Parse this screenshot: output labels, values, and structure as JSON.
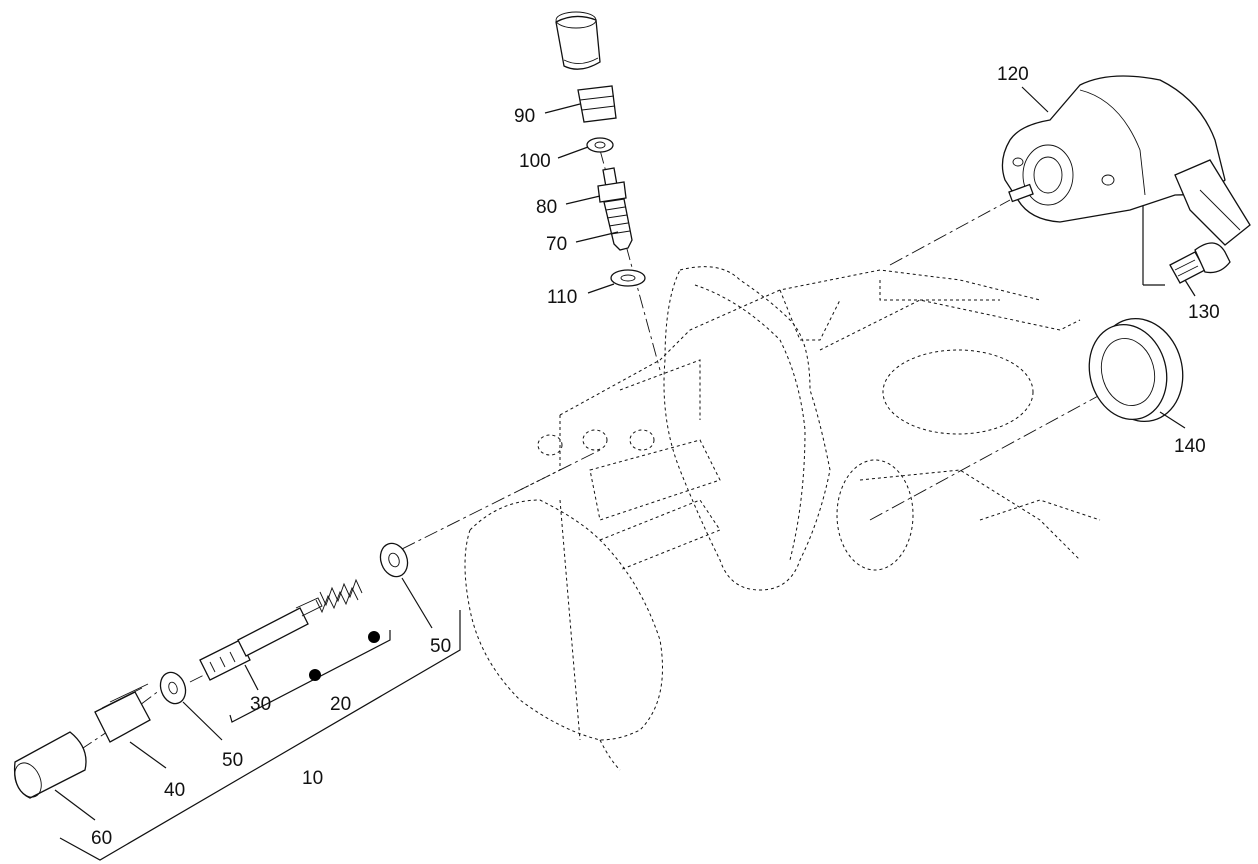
{
  "labels": {
    "p10": "10",
    "p20": "20",
    "p30": "30",
    "p40": "40",
    "p50a": "50",
    "p50b": "50",
    "p60": "60",
    "p70": "70",
    "p80": "80",
    "p90": "90",
    "p100": "100",
    "p110": "110",
    "p120": "120",
    "p130": "130",
    "p140": "140"
  }
}
